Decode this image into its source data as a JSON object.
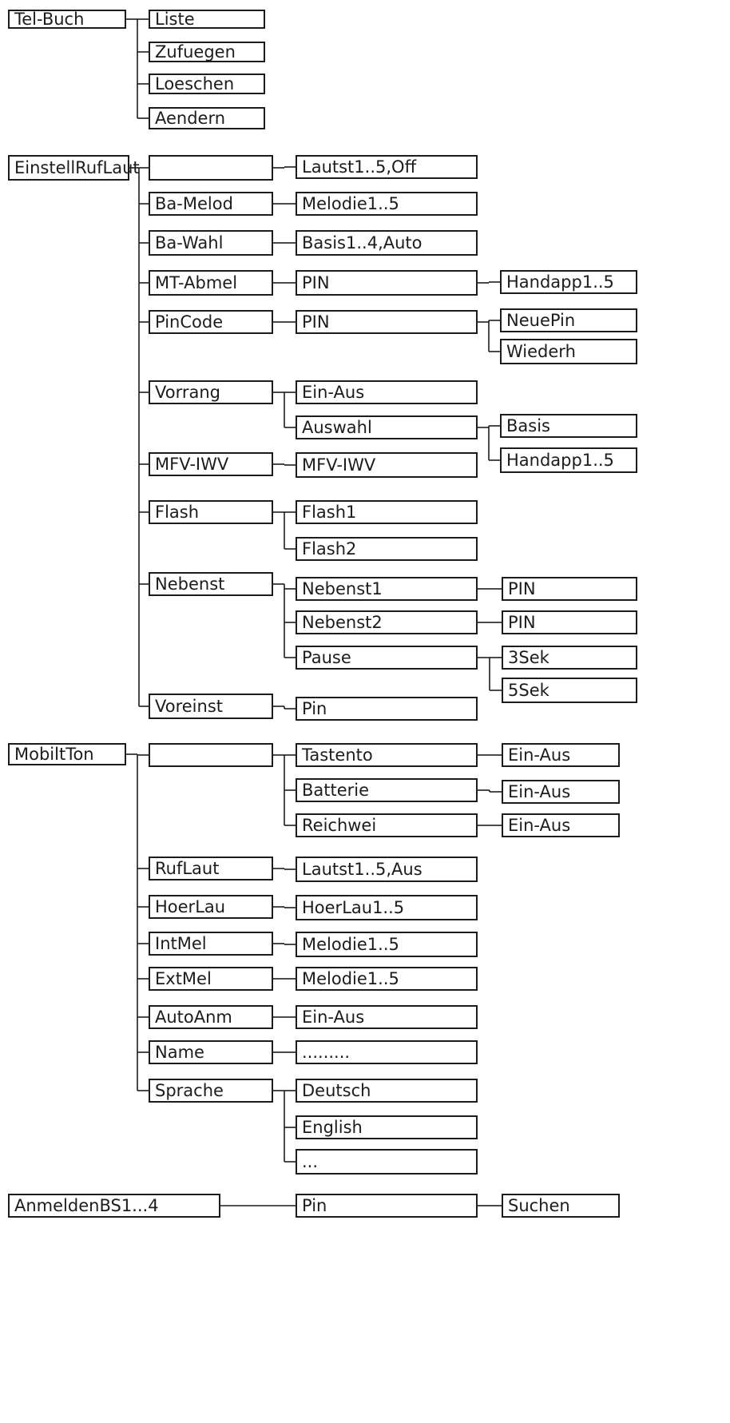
{
  "colors": {
    "ink": "#1c1c1c",
    "background": "#ffffff"
  },
  "nodes": [
    {
      "id": "n0",
      "label": "Tel-Buch"
    },
    {
      "id": "n1",
      "label": "Liste"
    },
    {
      "id": "n2",
      "label": "Zufuegen"
    },
    {
      "id": "n3",
      "label": "Loeschen"
    },
    {
      "id": "n4",
      "label": "Aendern"
    },
    {
      "id": "n5",
      "label": "EinstellRufLaut"
    },
    {
      "id": "n6",
      "label": ""
    },
    {
      "id": "n7",
      "label": "Lautst1..5,Off"
    },
    {
      "id": "n8",
      "label": "Ba-Melod"
    },
    {
      "id": "n9",
      "label": "Melodie1..5"
    },
    {
      "id": "n10",
      "label": "Ba-Wahl"
    },
    {
      "id": "n11",
      "label": "Basis1..4,Auto"
    },
    {
      "id": "n12",
      "label": "MT-Abmel"
    },
    {
      "id": "n13",
      "label": "PIN"
    },
    {
      "id": "n14",
      "label": "Handapp1..5"
    },
    {
      "id": "n15",
      "label": "PinCode"
    },
    {
      "id": "n16",
      "label": "PIN"
    },
    {
      "id": "n17",
      "label": "NeuePin"
    },
    {
      "id": "n18",
      "label": "Wiederh"
    },
    {
      "id": "n19",
      "label": "Vorrang"
    },
    {
      "id": "n20",
      "label": "Ein-Aus"
    },
    {
      "id": "n21",
      "label": "Auswahl"
    },
    {
      "id": "n22",
      "label": "Basis"
    },
    {
      "id": "n23",
      "label": "Handapp1..5"
    },
    {
      "id": "n24",
      "label": "MFV-IWV"
    },
    {
      "id": "n25",
      "label": "MFV-IWV"
    },
    {
      "id": "n26",
      "label": "Flash"
    },
    {
      "id": "n27",
      "label": "Flash1"
    },
    {
      "id": "n28",
      "label": "Flash2"
    },
    {
      "id": "n29",
      "label": "Nebenst"
    },
    {
      "id": "n30",
      "label": "Nebenst1"
    },
    {
      "id": "n31",
      "label": "PIN"
    },
    {
      "id": "n32",
      "label": "Nebenst2"
    },
    {
      "id": "n33",
      "label": "PIN"
    },
    {
      "id": "n34",
      "label": "Pause"
    },
    {
      "id": "n35",
      "label": "3Sek"
    },
    {
      "id": "n36",
      "label": "5Sek"
    },
    {
      "id": "n37",
      "label": "Voreinst"
    },
    {
      "id": "n38",
      "label": "Pin"
    },
    {
      "id": "n39",
      "label": "MobiltTon"
    },
    {
      "id": "n40",
      "label": ""
    },
    {
      "id": "n41",
      "label": "Tastento"
    },
    {
      "id": "n42",
      "label": "Ein-Aus"
    },
    {
      "id": "n43",
      "label": "Batterie"
    },
    {
      "id": "n44",
      "label": "Ein-Aus"
    },
    {
      "id": "n45",
      "label": "Reichwei"
    },
    {
      "id": "n46",
      "label": "Ein-Aus"
    },
    {
      "id": "n47",
      "label": "RufLaut"
    },
    {
      "id": "n48",
      "label": "Lautst1..5,Aus"
    },
    {
      "id": "n49",
      "label": "HoerLau"
    },
    {
      "id": "n50",
      "label": "HoerLau1..5"
    },
    {
      "id": "n51",
      "label": "IntMel"
    },
    {
      "id": "n52",
      "label": "Melodie1..5"
    },
    {
      "id": "n53",
      "label": "ExtMel"
    },
    {
      "id": "n54",
      "label": "Melodie1..5"
    },
    {
      "id": "n55",
      "label": "AutoAnm"
    },
    {
      "id": "n56",
      "label": "Ein-Aus"
    },
    {
      "id": "n57",
      "label": "Name"
    },
    {
      "id": "n58",
      "label": "........."
    },
    {
      "id": "n59",
      "label": "Sprache"
    },
    {
      "id": "n60",
      "label": "Deutsch"
    },
    {
      "id": "n61",
      "label": "English"
    },
    {
      "id": "n62",
      "label": "..."
    },
    {
      "id": "n63",
      "label": "AnmeldenBS1...4"
    },
    {
      "id": "n64",
      "label": "Pin"
    },
    {
      "id": "n65",
      "label": "Suchen"
    }
  ],
  "edges": [
    {
      "from": "n0",
      "to": [
        "n1",
        "n2",
        "n3",
        "n4"
      ]
    },
    {
      "from": "n5",
      "to": [
        "n6",
        "n8",
        "n10",
        "n12",
        "n15",
        "n19",
        "n24",
        "n26",
        "n29",
        "n37"
      ]
    },
    {
      "from": "n6",
      "to": [
        "n7"
      ]
    },
    {
      "from": "n8",
      "to": [
        "n9"
      ]
    },
    {
      "from": "n10",
      "to": [
        "n11"
      ]
    },
    {
      "from": "n12",
      "to": [
        "n13"
      ]
    },
    {
      "from": "n13",
      "to": [
        "n14"
      ]
    },
    {
      "from": "n15",
      "to": [
        "n16"
      ]
    },
    {
      "from": "n16",
      "to": [
        "n17",
        "n18"
      ]
    },
    {
      "from": "n19",
      "to": [
        "n20",
        "n21"
      ]
    },
    {
      "from": "n21",
      "to": [
        "n22",
        "n23"
      ]
    },
    {
      "from": "n24",
      "to": [
        "n25"
      ]
    },
    {
      "from": "n26",
      "to": [
        "n27",
        "n28"
      ]
    },
    {
      "from": "n29",
      "to": [
        "n30",
        "n32",
        "n34"
      ]
    },
    {
      "from": "n30",
      "to": [
        "n31"
      ]
    },
    {
      "from": "n32",
      "to": [
        "n33"
      ]
    },
    {
      "from": "n34",
      "to": [
        "n35",
        "n36"
      ]
    },
    {
      "from": "n37",
      "to": [
        "n38"
      ]
    },
    {
      "from": "n39",
      "to": [
        "n40",
        "n47",
        "n49",
        "n51",
        "n53",
        "n55",
        "n57",
        "n59"
      ]
    },
    {
      "from": "n40",
      "to": [
        "n41",
        "n43",
        "n45"
      ]
    },
    {
      "from": "n41",
      "to": [
        "n42"
      ]
    },
    {
      "from": "n43",
      "to": [
        "n44"
      ]
    },
    {
      "from": "n45",
      "to": [
        "n46"
      ]
    },
    {
      "from": "n47",
      "to": [
        "n48"
      ]
    },
    {
      "from": "n49",
      "to": [
        "n50"
      ]
    },
    {
      "from": "n51",
      "to": [
        "n52"
      ]
    },
    {
      "from": "n53",
      "to": [
        "n54"
      ]
    },
    {
      "from": "n55",
      "to": [
        "n56"
      ]
    },
    {
      "from": "n57",
      "to": [
        "n58"
      ]
    },
    {
      "from": "n59",
      "to": [
        "n60",
        "n61",
        "n62"
      ]
    },
    {
      "from": "n63",
      "to": [
        "n64"
      ]
    },
    {
      "from": "n64",
      "to": [
        "n65"
      ]
    }
  ]
}
